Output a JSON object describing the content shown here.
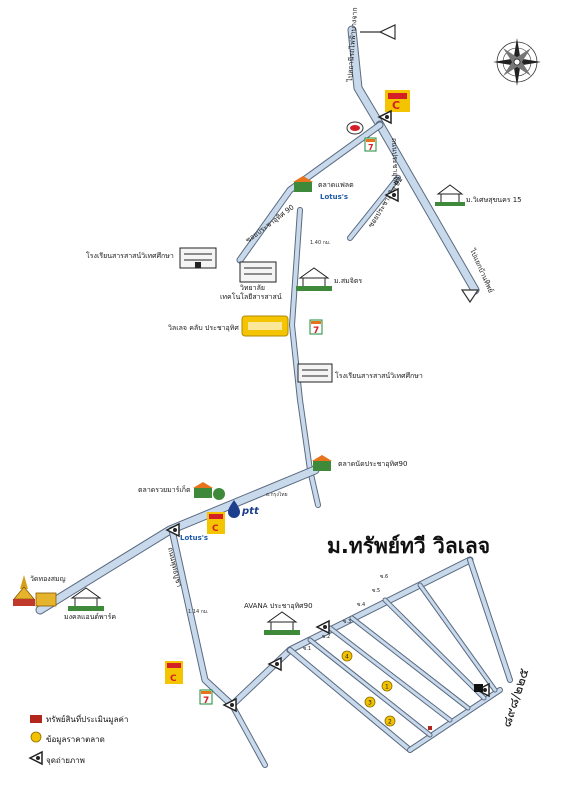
{
  "title": "ม.ทรัพย์ทวี วิลเลจ",
  "plot_number": "๘๙๘/๒๒๕",
  "roads": {
    "to_bang_kapi": "ไปสถานีรถไฟฟ้าบางจาก",
    "sukhumvit_soi_90": "ซอยประชาอุทิศ 90",
    "pracha_uthit_soi_92": "ซอยประชาอุทิศ 92",
    "pracha_uthit_road": "ถนนประชาอุทิศ",
    "to_ban_phaeo": "ไปแยกบ้านทิพย์",
    "main_lane": "ถนนพุทธบูชา",
    "dist_1": "1.40 กม.",
    "dist_2": "1.14 กม.",
    "lane_numbers": [
      "ซ.1",
      "ซ.2",
      "ซ.3",
      "ซ.4",
      "ซ.5",
      "ซ.6"
    ]
  },
  "places": {
    "school_1": "โรงเรียนสารสาสน์วิเทศศึกษา",
    "college": "วิทยาลัย\nเทคโนโลยีสารสาสน์",
    "cafe": "วิลเลจ คลับ ประชาอุทิศ",
    "market_1": "ตลาดแฟลต",
    "village_samit": "ม.สมจิตร",
    "village_wisetsuk": "ม.วิเศษสุขนคร 15",
    "school_2": "โรงเรียนสารสาสน์วิเทศศึกษา",
    "market_2": "ตลาดนัดประชาอุทิศ90",
    "market_3": "ตลาดรวยมาร์เก็ต",
    "temple": "วัดทองสมญ",
    "village_mongkol": "มงคลแอนด์พาร์ค",
    "avana": "AVANA ประชาอุทิศ90",
    "ptt": "ptt",
    "lotus_1": "Lotus's",
    "lotus_2": "Lotus's",
    "bank_sign": "ธ.กรุงไทย"
  },
  "markers": {
    "seven_eleven": "7",
    "market_c": "C",
    "price_points": [
      "1",
      "2",
      "3",
      "4"
    ]
  },
  "legend": {
    "item_property": "ทรัพย์สินที่ประเมินมูลค่า",
    "item_price": "ข้อมูลราคาตลาด",
    "item_photo": "จุดถ่ายภาพ"
  },
  "colors": {
    "road": "#c9d9ec",
    "road_edge": "#5a6a80",
    "property": "#b3261e",
    "price_marker": "#f2c200",
    "seven_green": "#1a8a3a",
    "seven_orange": "#e8731a",
    "makro_yellow": "#f5c400",
    "makro_red": "#d41f26"
  }
}
